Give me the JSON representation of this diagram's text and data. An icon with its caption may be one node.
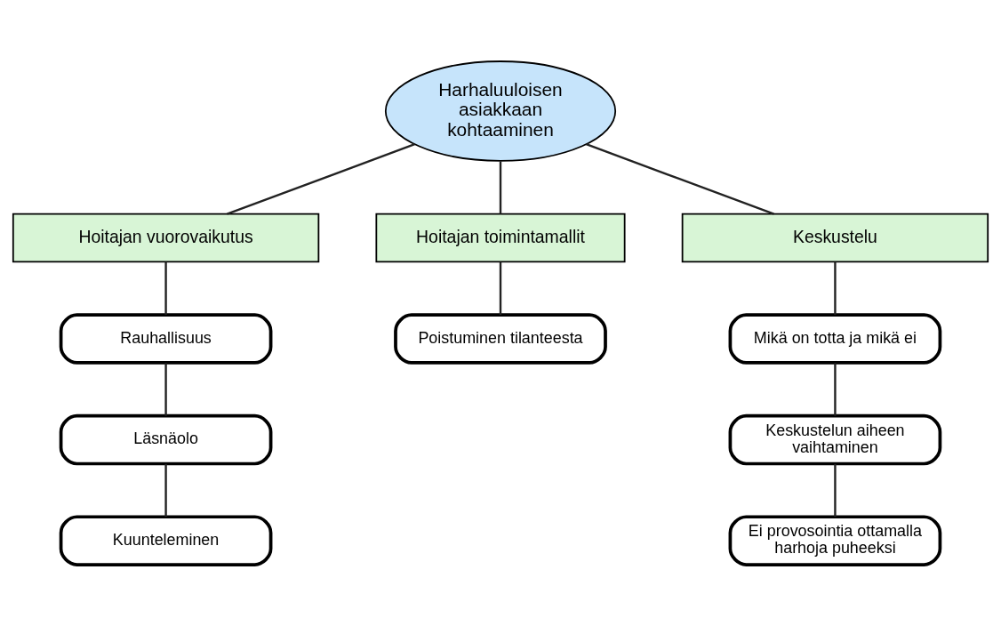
{
  "diagram": {
    "nodes": [
      {
        "text": [
          "Harhaluuloisen asiakkaan kohtaaminen"
        ]
      },
      {
        "text": [
          "Hoitajan vuorovaikutus"
        ]
      },
      {
        "text": [
          "Hoitajan toimintamallit"
        ]
      },
      {
        "text": [
          "Keskustelu"
        ]
      },
      {
        "text": [
          "Rauhallisuus"
        ]
      },
      {
        "text": [
          "Läsnäolo"
        ]
      },
      {
        "text": [
          "Kuunteleminen"
        ]
      },
      {
        "text": [
          "Poistuminen tilanteesta"
        ]
      },
      {
        "text": [
          "Mikä on totta ja mikä ei"
        ]
      },
      {
        "text": [
          "Keskustelun aiheen vaihtaminen"
        ]
      },
      {
        "text": [
          "Ei provosointia ottamalla harhoja puheeksi"
        ]
      }
    ],
    "edges": [
      {
        "from": 0,
        "to": 1,
        "arrow": "none"
      },
      {
        "from": 0,
        "to": 2,
        "arrow": "none"
      },
      {
        "from": 0,
        "to": 3,
        "arrow": "none"
      },
      {
        "from": 1,
        "to": 4,
        "arrow": "none"
      },
      {
        "from": 4,
        "to": 5,
        "arrow": "none"
      },
      {
        "from": 5,
        "to": 6,
        "arrow": "none"
      },
      {
        "from": 2,
        "to": 7,
        "arrow": "none"
      },
      {
        "from": 3,
        "to": 8,
        "arrow": "none"
      },
      {
        "from": 8,
        "to": 9,
        "arrow": "none"
      },
      {
        "from": 9,
        "to": 10,
        "arrow": "none"
      }
    ]
  }
}
